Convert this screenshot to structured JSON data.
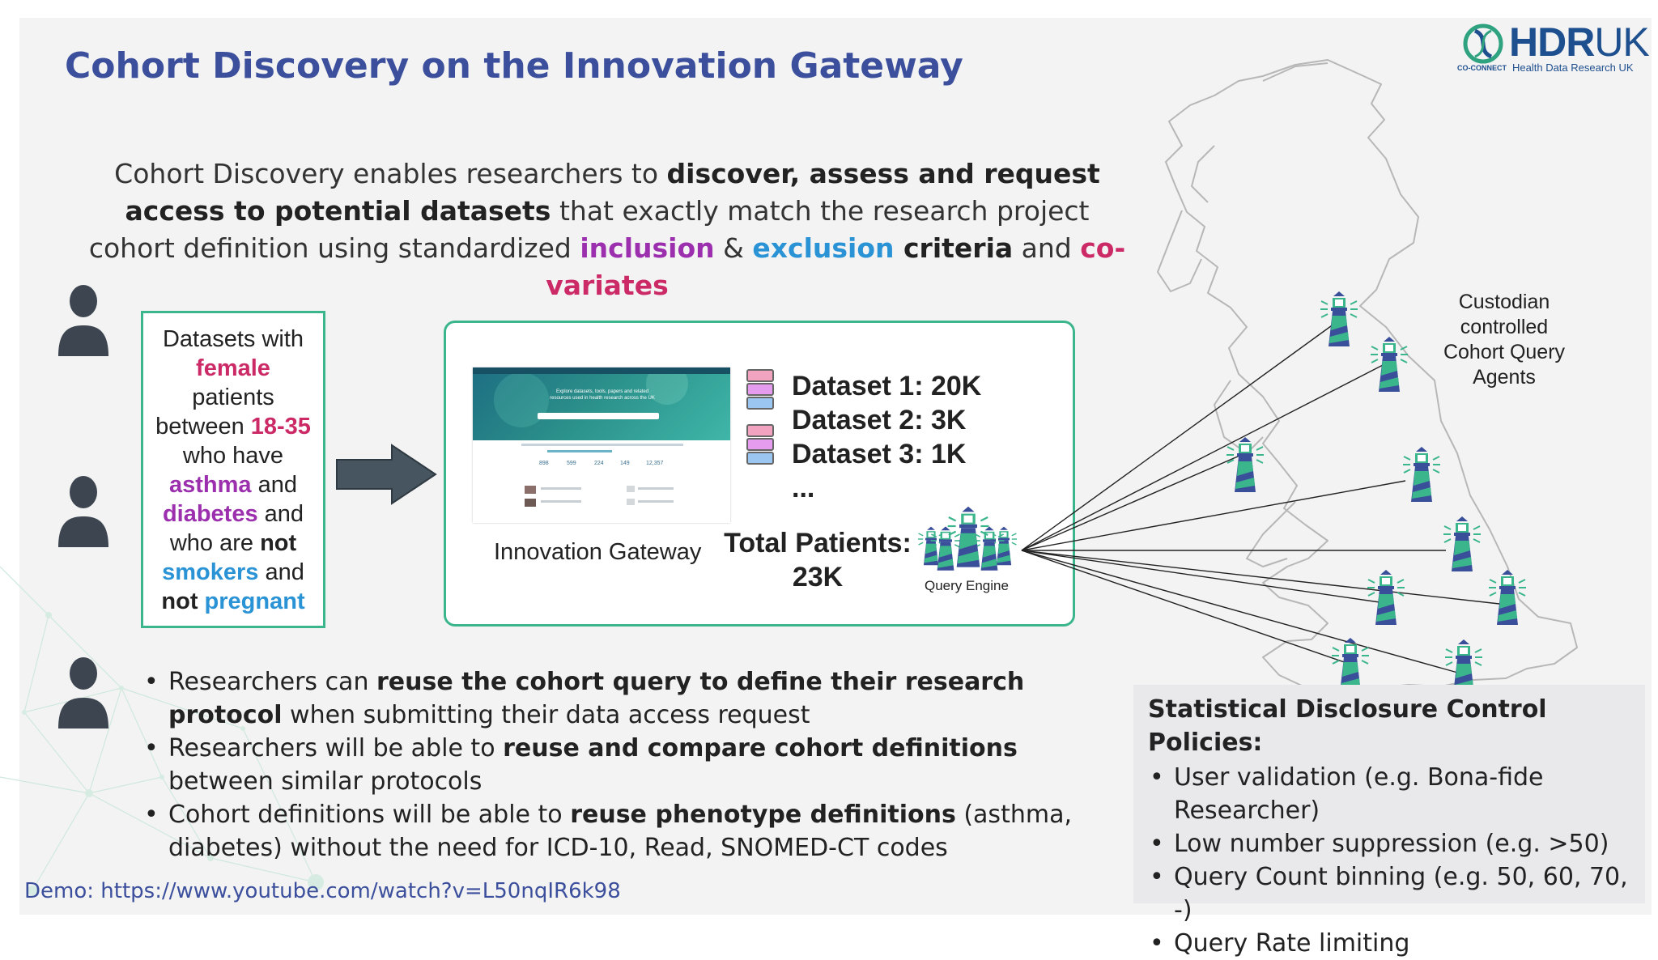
{
  "slide": {
    "title": "Cohort Discovery on the Innovation Gateway",
    "logo": {
      "word": "HDR",
      "word_uk": "UK",
      "co_connect": "CO-CONNECT",
      "subtitle": "Health Data Research UK"
    }
  },
  "intro": {
    "p1": "Cohort Discovery enables researchers to ",
    "p1_bold": "discover, assess and request access to potential datasets",
    "p2": " that exactly match the research project cohort definition using standardized ",
    "inclusion": "inclusion",
    "amp": " & ",
    "exclusion": "exclusion",
    "criteria": " criteria",
    "and": " and ",
    "covariates": "co-variates"
  },
  "criteria_box": {
    "l1": "Datasets with",
    "female": "female",
    "l3": "patients",
    "between": "between ",
    "age": "18-35",
    "l5": "who have",
    "asthma": "asthma",
    "and1": " and",
    "diabetes": "diabetes",
    "and2": " and",
    "who_are": "who are ",
    "not1": "not",
    "smokers": "smokers",
    "and3": " and",
    "not2": "not ",
    "pregnant": "pregnant"
  },
  "gateway": {
    "label": "Innovation Gateway",
    "hero_text_1": "Explore datasets, tools, papers and related",
    "hero_text_2": "resources used in health research across the UK",
    "stats": [
      "898",
      "599",
      "224",
      "149",
      "12,357"
    ]
  },
  "datasets": [
    {
      "label": "Dataset 1: 20K"
    },
    {
      "label": "Dataset 2: 3K"
    },
    {
      "label": "Dataset 3: 1K"
    },
    {
      "label": "..."
    }
  ],
  "total": {
    "line1": "Total Patients:",
    "line2": "23K"
  },
  "query_engine_label": "Query Engine",
  "agents_label": "Custodian controlled Cohort Query Agents",
  "bullets": [
    {
      "pre": "Researchers can ",
      "bold": "reuse the cohort query to define their research protocol",
      "post": " when submitting their data access request"
    },
    {
      "pre": "Researchers will be able to ",
      "bold": "reuse and compare cohort definitions",
      "post": " between similar protocols"
    },
    {
      "pre": "Cohort definitions will be able to ",
      "bold": "reuse phenotype definitions",
      "post": " (asthma, diabetes) without the need for ICD-10, Read, SNOMED-CT codes"
    }
  ],
  "policy": {
    "heading": "Statistical Disclosure Control Policies:",
    "items": [
      "User validation (e.g. Bona-fide Researcher)",
      "Low number suppression (e.g. >50)",
      "Query Count binning (e.g. 50, 60, 70, -)",
      "Query Rate limiting"
    ]
  },
  "demo": "Demo: https://www.youtube.com/watch?v=L50nqIR6k98",
  "colors": {
    "title": "#3b4f9c",
    "border": "#3bb58c",
    "purple": "#9b2fae",
    "blue": "#2a93d5",
    "pink": "#cc2a66",
    "lighthouse_blue": "#3a4f9a",
    "lighthouse_green": "#3bb58c"
  }
}
